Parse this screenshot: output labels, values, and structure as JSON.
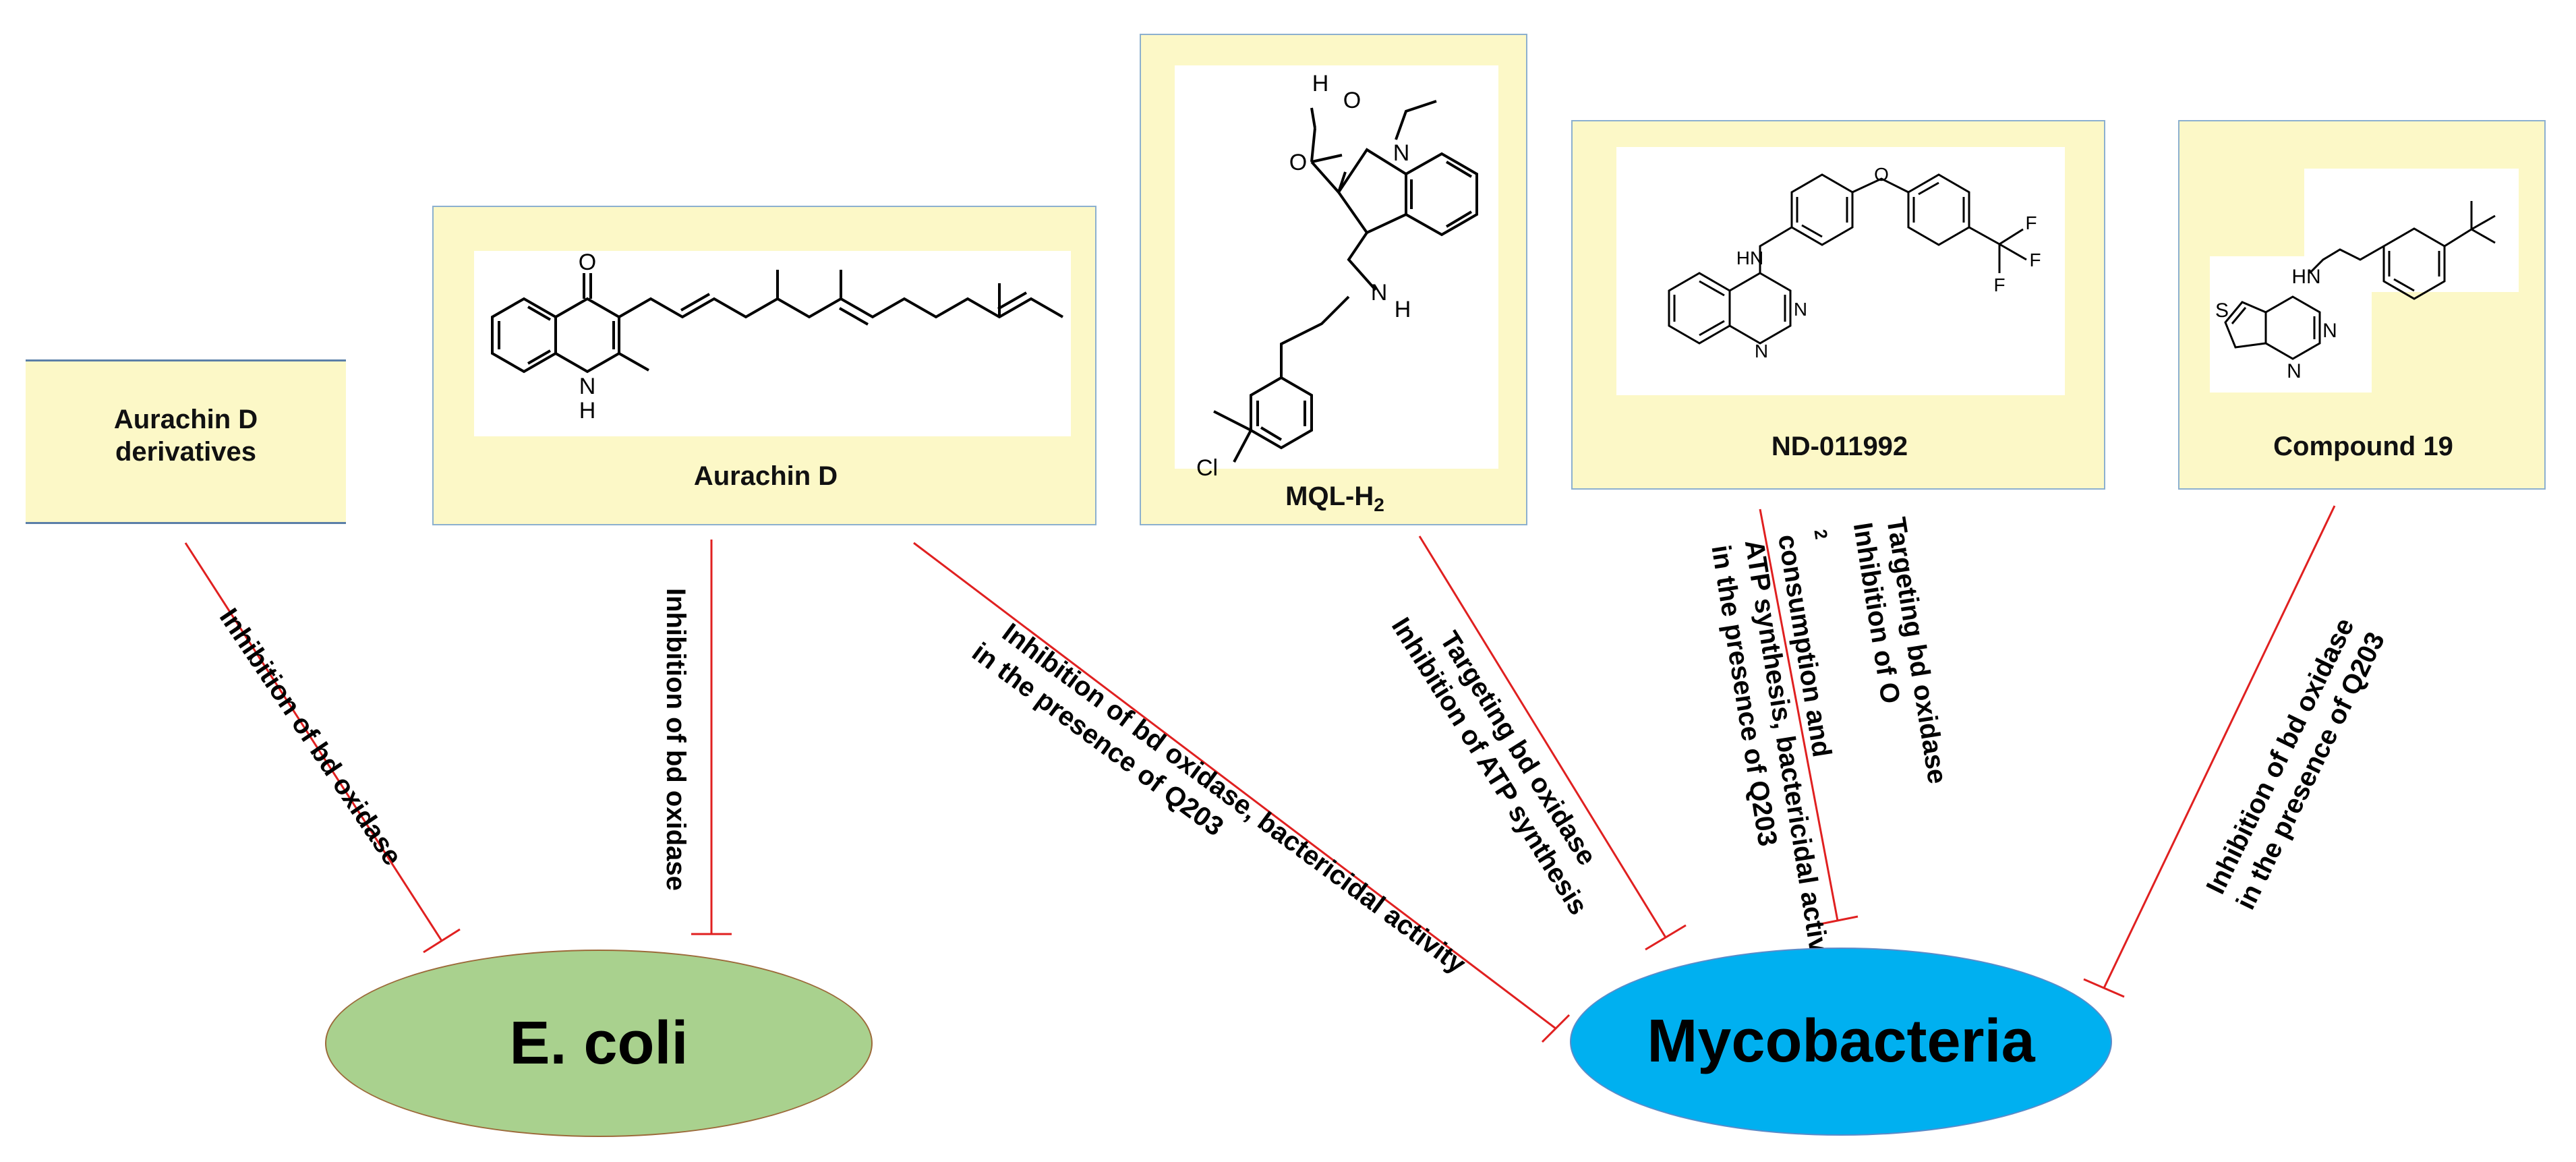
{
  "compounds": [
    {
      "name": "Aurachin D derivatives",
      "line1": "Aurachin D",
      "line2": "derivatives"
    },
    {
      "name": "Aurachin D"
    },
    {
      "name_main": "MQL-H",
      "name_sub": "2"
    },
    {
      "name": "ND-011992"
    },
    {
      "name": "Compound 19"
    }
  ],
  "organisms": [
    {
      "name": "E. coli",
      "color": "#a9d18e"
    },
    {
      "name": "Mycobacteria",
      "color": "#00b0f0"
    }
  ],
  "effects": [
    {
      "lines": [
        "Inhibition of bd oxidase"
      ]
    },
    {
      "lines": [
        "Inhibition of bd oxidase"
      ]
    },
    {
      "lines": [
        "Inhibition of bd oxidase, bactericidal activity",
        "in the presence of Q203"
      ]
    },
    {
      "lines": [
        "Targeting bd oxidase",
        "Inhibition of ATP synthesis"
      ]
    },
    {
      "line1": "Targeting bd oxidase",
      "line2_pre": "Inhibition of O",
      "line2_sub": "2",
      "line2_post": " consumption and",
      "line3": "ATP synthesis, bactericidal activity",
      "line4": "in the presence of Q203"
    },
    {
      "lines": [
        "Inhibition of bd oxidase",
        "in the presence of Q203"
      ]
    }
  ],
  "atom_labels": {
    "oxygen": "O",
    "nitrogen": "N",
    "nitrogen_h": "H",
    "hydrogen": "H",
    "chlorine": "Cl",
    "fluorine": "F",
    "sulfur": "S",
    "hn": "HN",
    "hn_lower": "H"
  },
  "colors": {
    "inhibition_line": "#e02020",
    "box_fill": "#fcf8c7",
    "box_border": "#8cb0cf"
  }
}
